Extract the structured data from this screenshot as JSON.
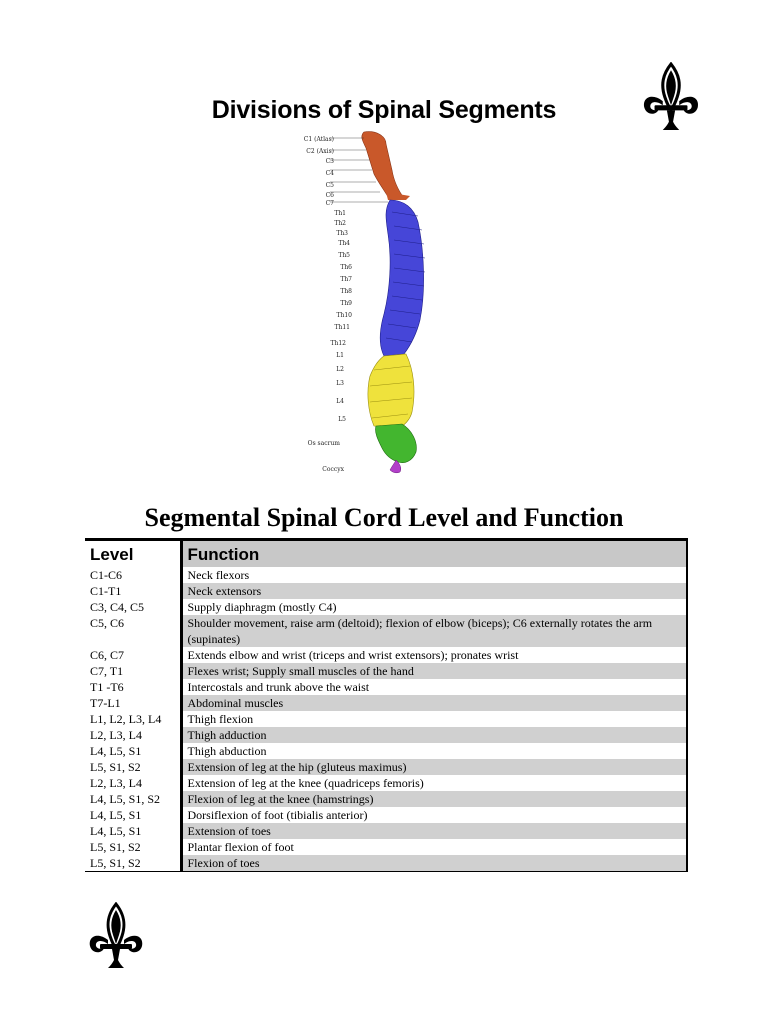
{
  "document": {
    "title": "Divisions of Spinal Segments",
    "table_title": "Segmental Spinal Cord Level and Function"
  },
  "spine_figure": {
    "colors": {
      "cervical": "#c9582a",
      "thoracic": "#4646d8",
      "lumbar": "#efe23c",
      "sacrum": "#43b62f",
      "coccyx": "#b23fc9"
    },
    "labels": [
      "C1 (Atlas)",
      "C2 (Axis)",
      "C3",
      "C4",
      "C5",
      "C6",
      "C7",
      "Th1",
      "Th2",
      "Th3",
      "Th4",
      "Th5",
      "Th6",
      "Th7",
      "Th8",
      "Th9",
      "Th10",
      "Th11",
      "Th12",
      "L1",
      "L2",
      "L3",
      "L4",
      "L5",
      "Os sacrum",
      "Coccyx"
    ]
  },
  "table": {
    "headers": {
      "level": "Level",
      "function": "Function"
    },
    "rows": [
      {
        "level": "C1-C6",
        "function": "Neck flexors"
      },
      {
        "level": "C1-T1",
        "function": "Neck extensors"
      },
      {
        "level": "C3, C4, C5",
        "function": "Supply diaphragm (mostly C4)"
      },
      {
        "level": "C5, C6",
        "function": "Shoulder movement, raise arm (deltoid); flexion of elbow (biceps); C6 externally rotates the arm (supinates)"
      },
      {
        "level": "C6, C7",
        "function": "Extends elbow and wrist (triceps and wrist extensors); pronates wrist"
      },
      {
        "level": "C7, T1",
        "function": "Flexes wrist; Supply small muscles of the hand"
      },
      {
        "level": "T1 -T6",
        "function": "Intercostals and trunk above the waist"
      },
      {
        "level": "T7-L1",
        "function": "Abdominal muscles"
      },
      {
        "level": "L1, L2, L3, L4",
        "function": "Thigh flexion"
      },
      {
        "level": "L2, L3, L4",
        "function": "Thigh adduction"
      },
      {
        "level": "L4, L5, S1",
        "function": "Thigh abduction"
      },
      {
        "level": "L5, S1, S2",
        "function": "Extension of leg at the hip (gluteus maximus)"
      },
      {
        "level": "L2, L3, L4",
        "function": "Extension of leg at the knee (quadriceps femoris)"
      },
      {
        "level": "L4, L5, S1, S2",
        "function": "Flexion of leg at the knee (hamstrings)"
      },
      {
        "level": "L4, L5, S1",
        "function": "Dorsiflexion of foot (tibialis anterior)"
      },
      {
        "level": "L4, L5, S1",
        "function": "Extension of toes"
      },
      {
        "level": "L5, S1, S2",
        "function": "Plantar flexion of foot"
      },
      {
        "level": "L5, S1, S2",
        "function": "Flexion of toes"
      }
    ]
  },
  "decorations": {
    "top_right": "fleur-de-lis-icon",
    "bottom_left": "fleur-de-lis-icon"
  }
}
